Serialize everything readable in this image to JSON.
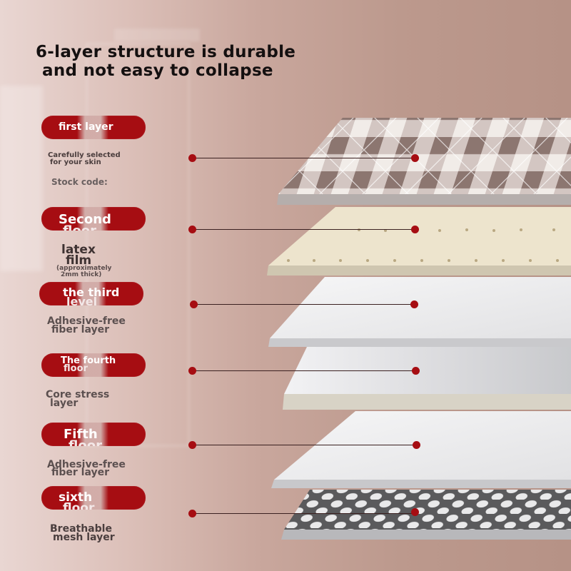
{
  "headline": {
    "line1": "6-layer structure is durable",
    "line2": "and not easy to collapse"
  },
  "layers": [
    {
      "pill_line1": "first layer",
      "pill_line2": "",
      "desc_line1": "Carefully selected",
      "desc_line2": "for your skin",
      "note": "Stock code:"
    },
    {
      "pill_line1": "Second",
      "pill_line2": "floor",
      "desc_line1": "latex",
      "desc_line2": "film",
      "desc_small1": "(approximately",
      "desc_small2": "2mm thick)"
    },
    {
      "pill_line1": "the third",
      "pill_line2": "level",
      "desc_line1": "Adhesive-free",
      "desc_line2": "fiber layer"
    },
    {
      "pill_line1": "The fourth",
      "pill_line2": "floor",
      "desc_line1": "Core stress",
      "desc_line2": "layer"
    },
    {
      "pill_line1": "Fifth",
      "pill_line2": "floor",
      "desc_line1": "Adhesive-free",
      "desc_line2": "fiber layer"
    },
    {
      "pill_line1": "sixth",
      "pill_line2": "floor",
      "desc_line1": "Breathable",
      "desc_line2": "mesh layer"
    }
  ],
  "colors": {
    "accent_red": "#a60d12",
    "headline": "#141010",
    "desc_text": "#5c5050",
    "checker_dark": "#8c7670",
    "latex": "#ece3cc",
    "fiber": "#e9e7e8",
    "core": "#dcdcdc"
  }
}
